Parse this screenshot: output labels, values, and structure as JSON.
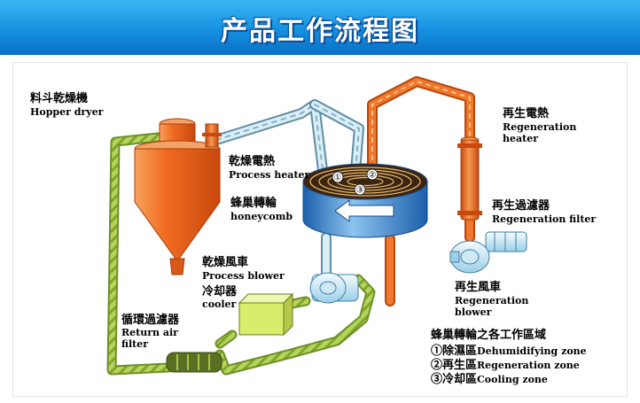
{
  "banner": {
    "title": "产品工作流程图"
  },
  "labels": {
    "hopper_dryer": {
      "zh": "料斗乾燥機",
      "en": "Hopper dryer"
    },
    "process_heater": {
      "zh": "乾燥電熱",
      "en": "Process heater"
    },
    "honeycomb": {
      "zh": "蜂巢轉輪",
      "en": "honeycomb"
    },
    "process_blower": {
      "zh": "乾燥風車",
      "en": "Process blower"
    },
    "cooler": {
      "zh": "冷却器",
      "en": "cooler"
    },
    "return_air_filter": {
      "zh": "循環過濾器",
      "en_line1": "Return air",
      "en_line2": "filter"
    },
    "regeneration_heater": {
      "zh": "再生電熱",
      "en_line1": "Regeneration",
      "en_line2": "heater"
    },
    "regeneration_filter": {
      "zh": "再生過濾器",
      "en": "Regeneration filter"
    },
    "regeneration_blower": {
      "zh": "再生風車",
      "en_line1": "Regeneration",
      "en_line2": "blower"
    }
  },
  "zones": {
    "title": "蜂巢轉輪之各工作區域",
    "items": [
      {
        "marker": "①",
        "zh": "除濕區",
        "en": "Dehumidifying zone"
      },
      {
        "marker": "②",
        "zh": "再生區",
        "en": "Regeneration zone"
      },
      {
        "marker": "③",
        "zh": "冷却區",
        "en": "Cooling zone"
      }
    ]
  },
  "colors": {
    "banner": "#1591e0",
    "hopper": "#f26d21",
    "green_pipe": "#b6d45a",
    "orange_pipe": "#f0782a",
    "blue_pipe": "#cfe6f2",
    "rotor": "#2f86d6",
    "cooler": "#d9ec6c"
  },
  "rotor_zone_markers": [
    "①",
    "②",
    "③"
  ]
}
